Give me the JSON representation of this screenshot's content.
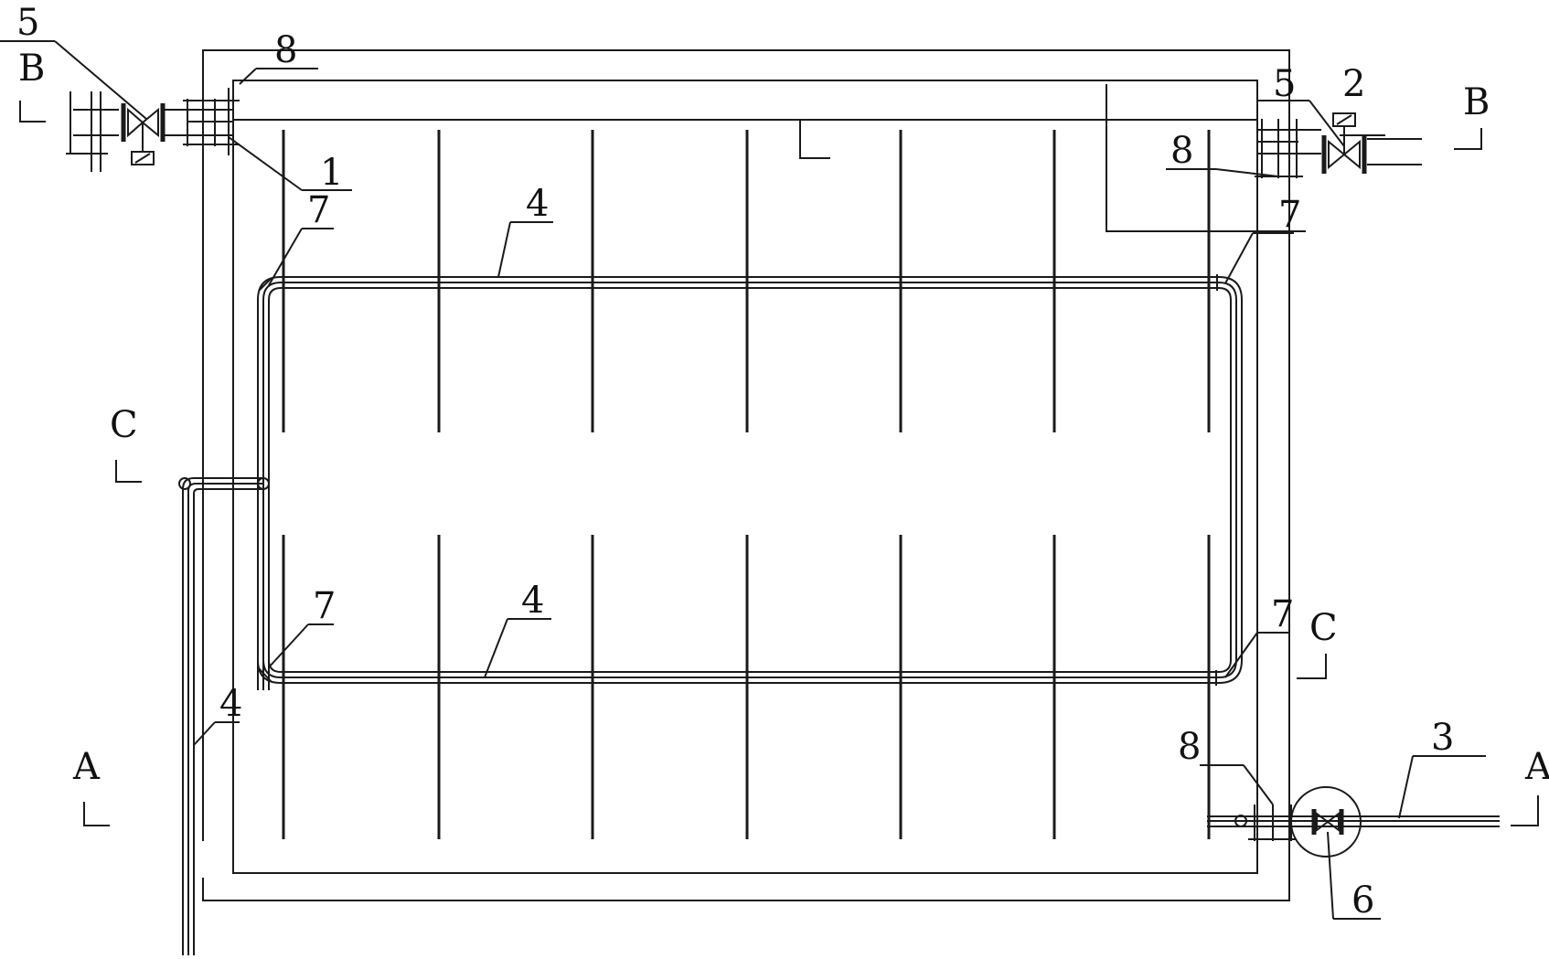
{
  "section_marks": {
    "b_left": "B",
    "b_right": "B",
    "c_left": "C",
    "c_right": "C",
    "a_left": "A",
    "a_right": "A"
  },
  "callouts": {
    "valve_top_left": "5",
    "flange_top_left": "8",
    "inlet_pipe": "1",
    "outlet_pipe": "2",
    "valve_top_right": "5",
    "flange_top_right": "8",
    "drain_pipe": "3",
    "drain_valve": "6",
    "flange_bottom_right": "8",
    "heat_pipe_upper": "4",
    "heat_pipe_lower": "4",
    "heat_pipe_riser": "4",
    "elbow_upper_left": "7",
    "elbow_upper_right": "7",
    "elbow_lower_left": "7",
    "elbow_lower_right": "7"
  }
}
